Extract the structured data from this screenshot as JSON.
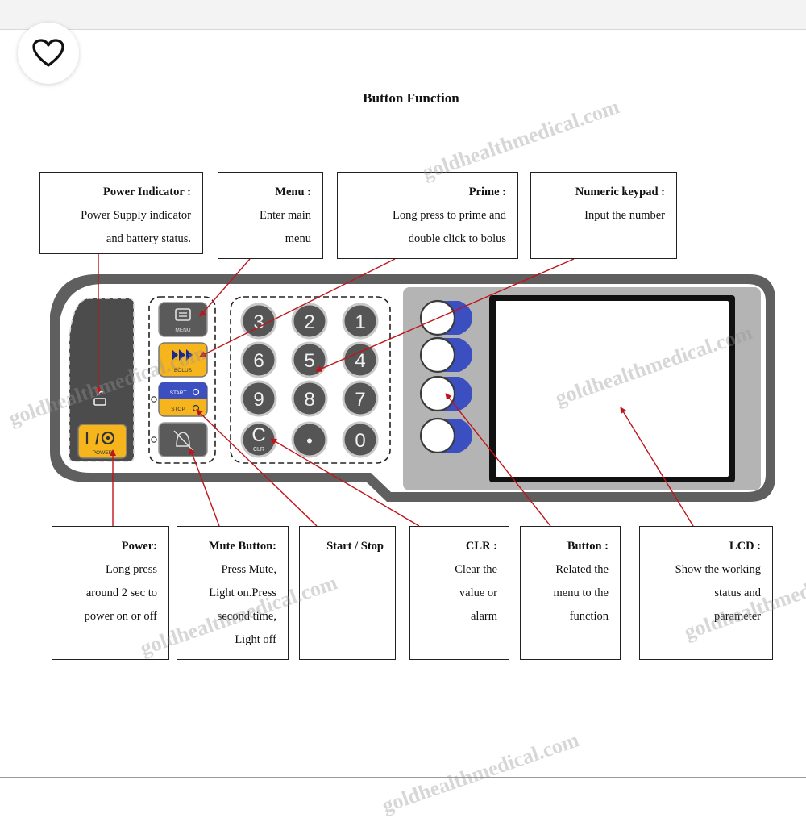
{
  "title": "Button Function",
  "boxes": {
    "power_indicator": {
      "title": "Power Indicator :",
      "lines": [
        "Power Supply indicator",
        "and battery status."
      ]
    },
    "menu": {
      "title": "Menu :",
      "lines": [
        "Enter main",
        "menu"
      ]
    },
    "prime": {
      "title": "Prime :",
      "lines": [
        "Long press to prime and",
        "double click to bolus"
      ]
    },
    "numeric_keypad": {
      "title": "Numeric keypad :",
      "lines": [
        "Input the number"
      ]
    },
    "power": {
      "title": "Power:",
      "lines": [
        "Long press",
        "around 2 sec to",
        "power on or off"
      ]
    },
    "mute": {
      "title": "Mute Button:",
      "lines": [
        "Press Mute,",
        "Light on.Press",
        "second time,",
        "Light off"
      ]
    },
    "start_stop": {
      "title": "Start / Stop",
      "lines": []
    },
    "clr": {
      "title": "CLR :",
      "lines": [
        "Clear the",
        "value or",
        "alarm"
      ]
    },
    "button": {
      "title": "Button :",
      "lines": [
        "Related the",
        "menu to the",
        "function"
      ]
    },
    "lcd": {
      "title": "LCD :",
      "lines": [
        "Show the working",
        "status and",
        "parameter"
      ]
    }
  },
  "device": {
    "menu_key_label": "MENU",
    "bolus_key_label": "BOLUS",
    "start_label": "START",
    "stop_label": "STOP",
    "power_key_label": "POWER",
    "clr_key_label": "CLR",
    "keypad": [
      [
        "3",
        "2",
        "1"
      ],
      [
        "6",
        "5",
        "4"
      ],
      [
        "9",
        "8",
        "7"
      ],
      [
        "C",
        "•",
        "0"
      ]
    ]
  },
  "watermark": "goldhealthmedical.com",
  "colors": {
    "yellow": "#f6b51c",
    "blue_start": "#3b4fc1",
    "device_gray": "#5e5e5e",
    "panel_light": "#b4b4b4",
    "arrow": "#c0141a"
  },
  "icons": {
    "favorite": "heart-icon",
    "mute": "bell-slash-icon",
    "menu": "list-icon",
    "bolus": "fast-forward-icon",
    "power": "power-icon"
  }
}
